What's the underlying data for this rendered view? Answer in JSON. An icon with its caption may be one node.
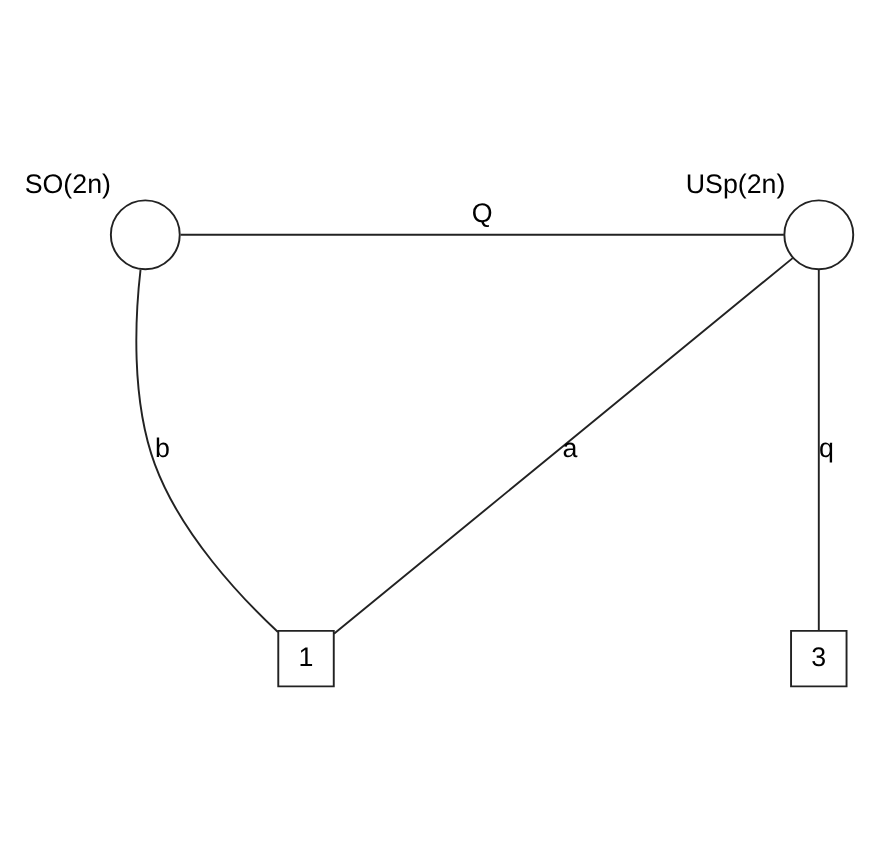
{
  "diagram": {
    "nodes": [
      {
        "text": [
          "SO(2n)"
        ]
      },
      {
        "text": [
          "USp(2n)"
        ]
      },
      {
        "text": [
          "1"
        ]
      },
      {
        "text": [
          "3"
        ]
      }
    ],
    "edges": [
      {
        "from": 0,
        "to": 1,
        "arrow": "none",
        "label": "Q"
      },
      {
        "from": 0,
        "to": 2,
        "arrow": "none",
        "label": "b"
      },
      {
        "from": 1,
        "to": 2,
        "arrow": "none",
        "label": "a"
      },
      {
        "from": 1,
        "to": 3,
        "arrow": "none",
        "label": "q"
      }
    ]
  }
}
